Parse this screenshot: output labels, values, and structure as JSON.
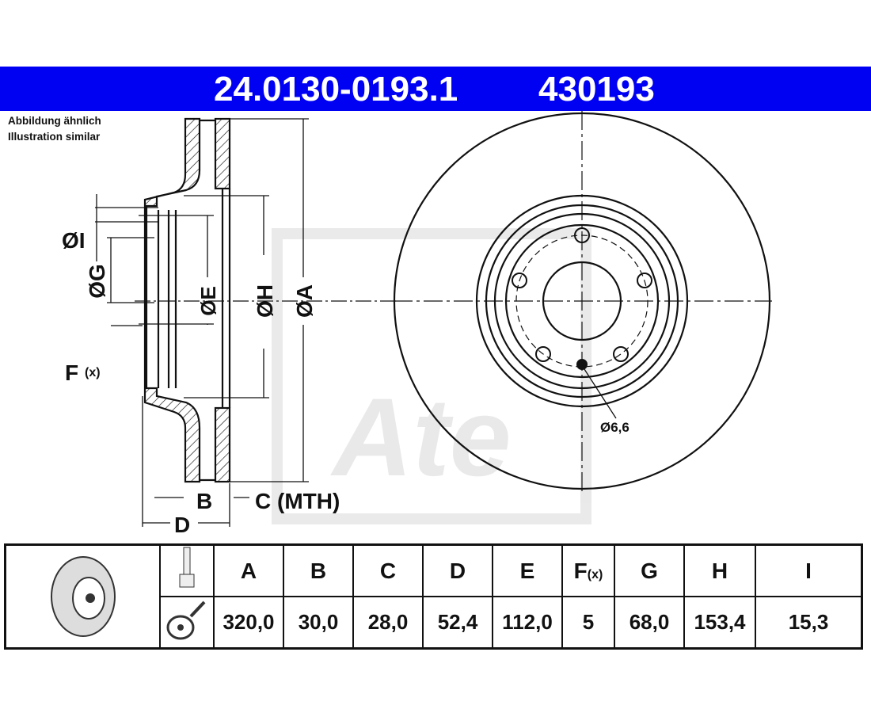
{
  "header": {
    "article_number": "24.0130-0193.1",
    "short_number": "430193"
  },
  "notes": [
    "Abbildung ähnlich",
    "Illustration similar"
  ],
  "drawing": {
    "labels": {
      "I": "ØI",
      "G": "ØG",
      "E": "ØE",
      "H": "ØH",
      "A": "ØA",
      "F": "F",
      "F_sub": "(x)",
      "B": "B",
      "C": "C (MTH)",
      "D": "D",
      "hole": "Ø6,6"
    },
    "watermark": "Ate"
  },
  "table": {
    "headers": [
      "A",
      "B",
      "C",
      "D",
      "E",
      "F",
      "G",
      "H",
      "I"
    ],
    "f_sub": "(x)",
    "values": [
      "320,0",
      "30,0",
      "28,0",
      "52,4",
      "112,0",
      "5",
      "68,0",
      "153,4",
      "15,3"
    ]
  }
}
